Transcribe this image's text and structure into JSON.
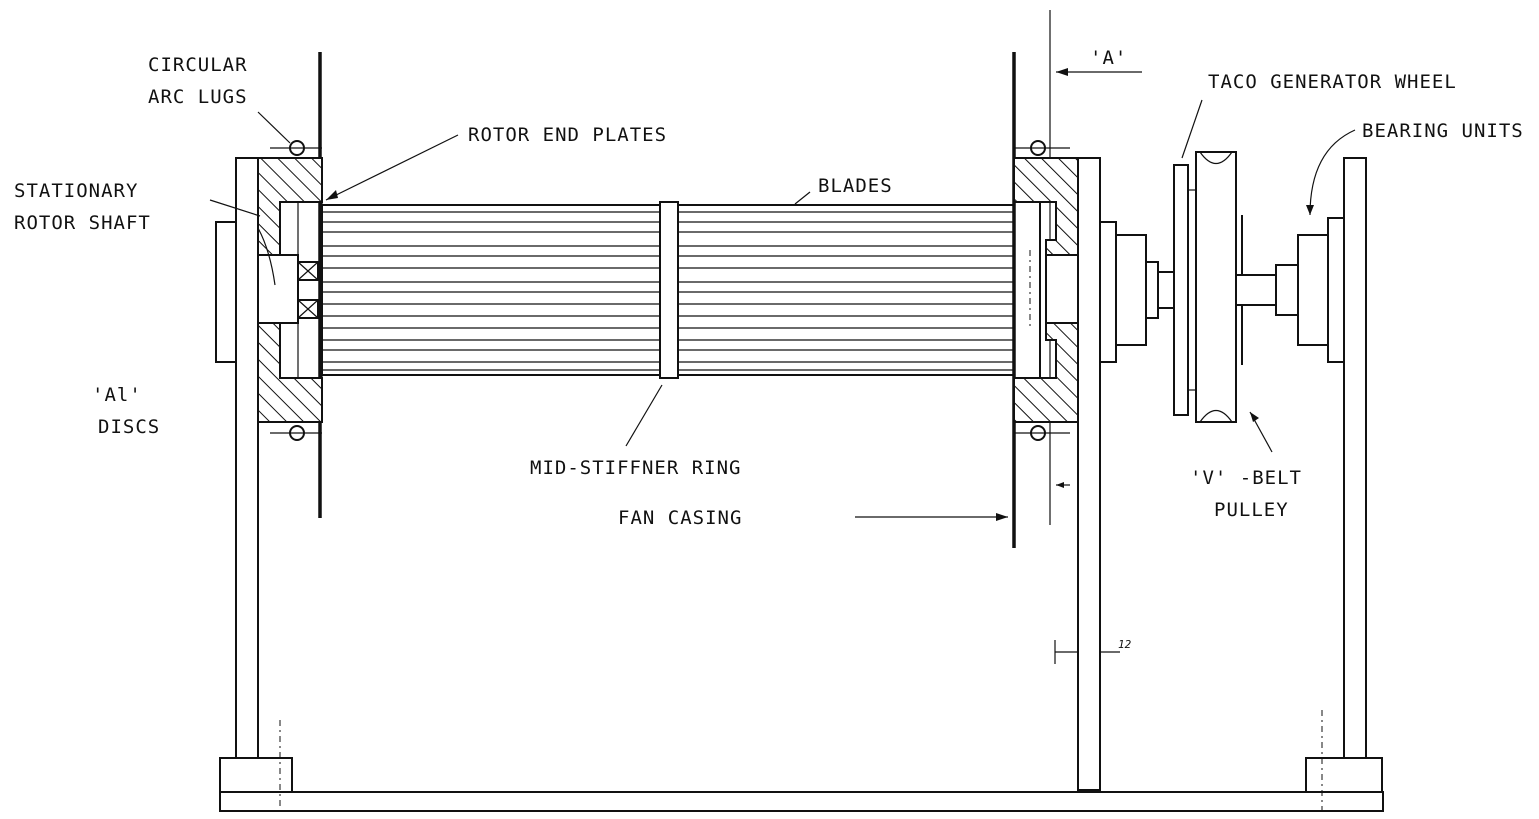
{
  "labels": {
    "circular_arc_lugs_1": "CIRCULAR",
    "circular_arc_lugs_2": "ARC LUGS",
    "stationary_rotor_shaft_1": "STATIONARY",
    "stationary_rotor_shaft_2": "ROTOR SHAFT",
    "al_discs_1": "'Al'",
    "al_discs_2": "DISCS",
    "rotor_end_plates": "ROTOR END PLATES",
    "blades": "BLADES",
    "mid_stiffner_ring": "MID-STIFFNER RING",
    "fan_casing": "FAN CASING",
    "section_a": "'A'",
    "taco_generator_wheel": "TACO GENERATOR WHEEL",
    "bearing_units": "BEARING UNITS",
    "v_belt_pulley_1": "'V' -BELT",
    "v_belt_pulley_2": "PULLEY",
    "dimension": "12"
  }
}
